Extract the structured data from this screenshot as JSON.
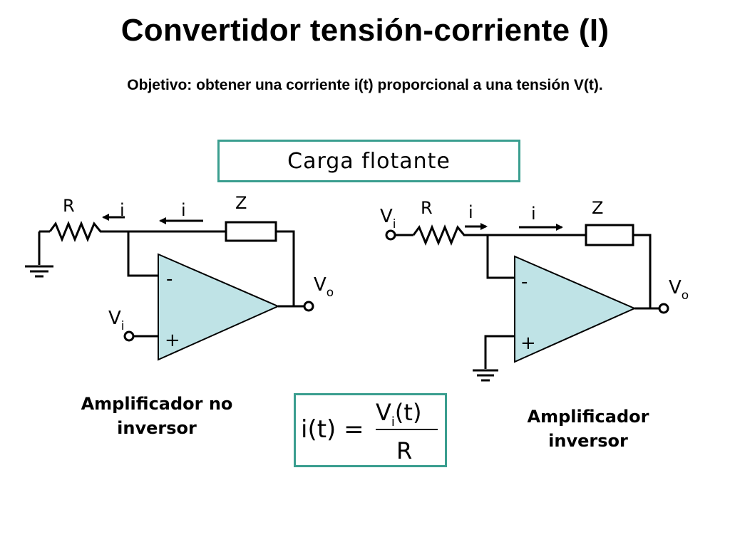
{
  "slide": {
    "title": "Convertidor tensión-corriente (I)",
    "subtitle": "Objetivo: obtener una corriente i(t) proporcional a una tensión V(t).",
    "load_label": "Carga flotante"
  },
  "left_circuit": {
    "resistor": "R",
    "current_1": "i",
    "current_2": "i",
    "load": "Z",
    "minus": "-",
    "plus": "+",
    "vin_main": "V",
    "vin_sub": "i",
    "vout_main": "V",
    "vout_sub": "o",
    "caption_line1": "Amplificador no",
    "caption_line2": "inversor"
  },
  "right_circuit": {
    "resistor": "R",
    "current_1": "i",
    "current_2": "i",
    "load": "Z",
    "minus": "-",
    "plus": "+",
    "vin_main": "V",
    "vin_sub": "i",
    "vout_main": "V",
    "vout_sub": "o",
    "caption_line1": "Amplificador",
    "caption_line2": "inversor"
  },
  "formula": {
    "lhs": "i(t) =",
    "num_main": "V",
    "num_sub": "i",
    "num_arg": "(t)",
    "den": "R"
  },
  "colors": {
    "accent_border": "#3a9e8f",
    "opamp_fill": "#bfe3e6"
  }
}
